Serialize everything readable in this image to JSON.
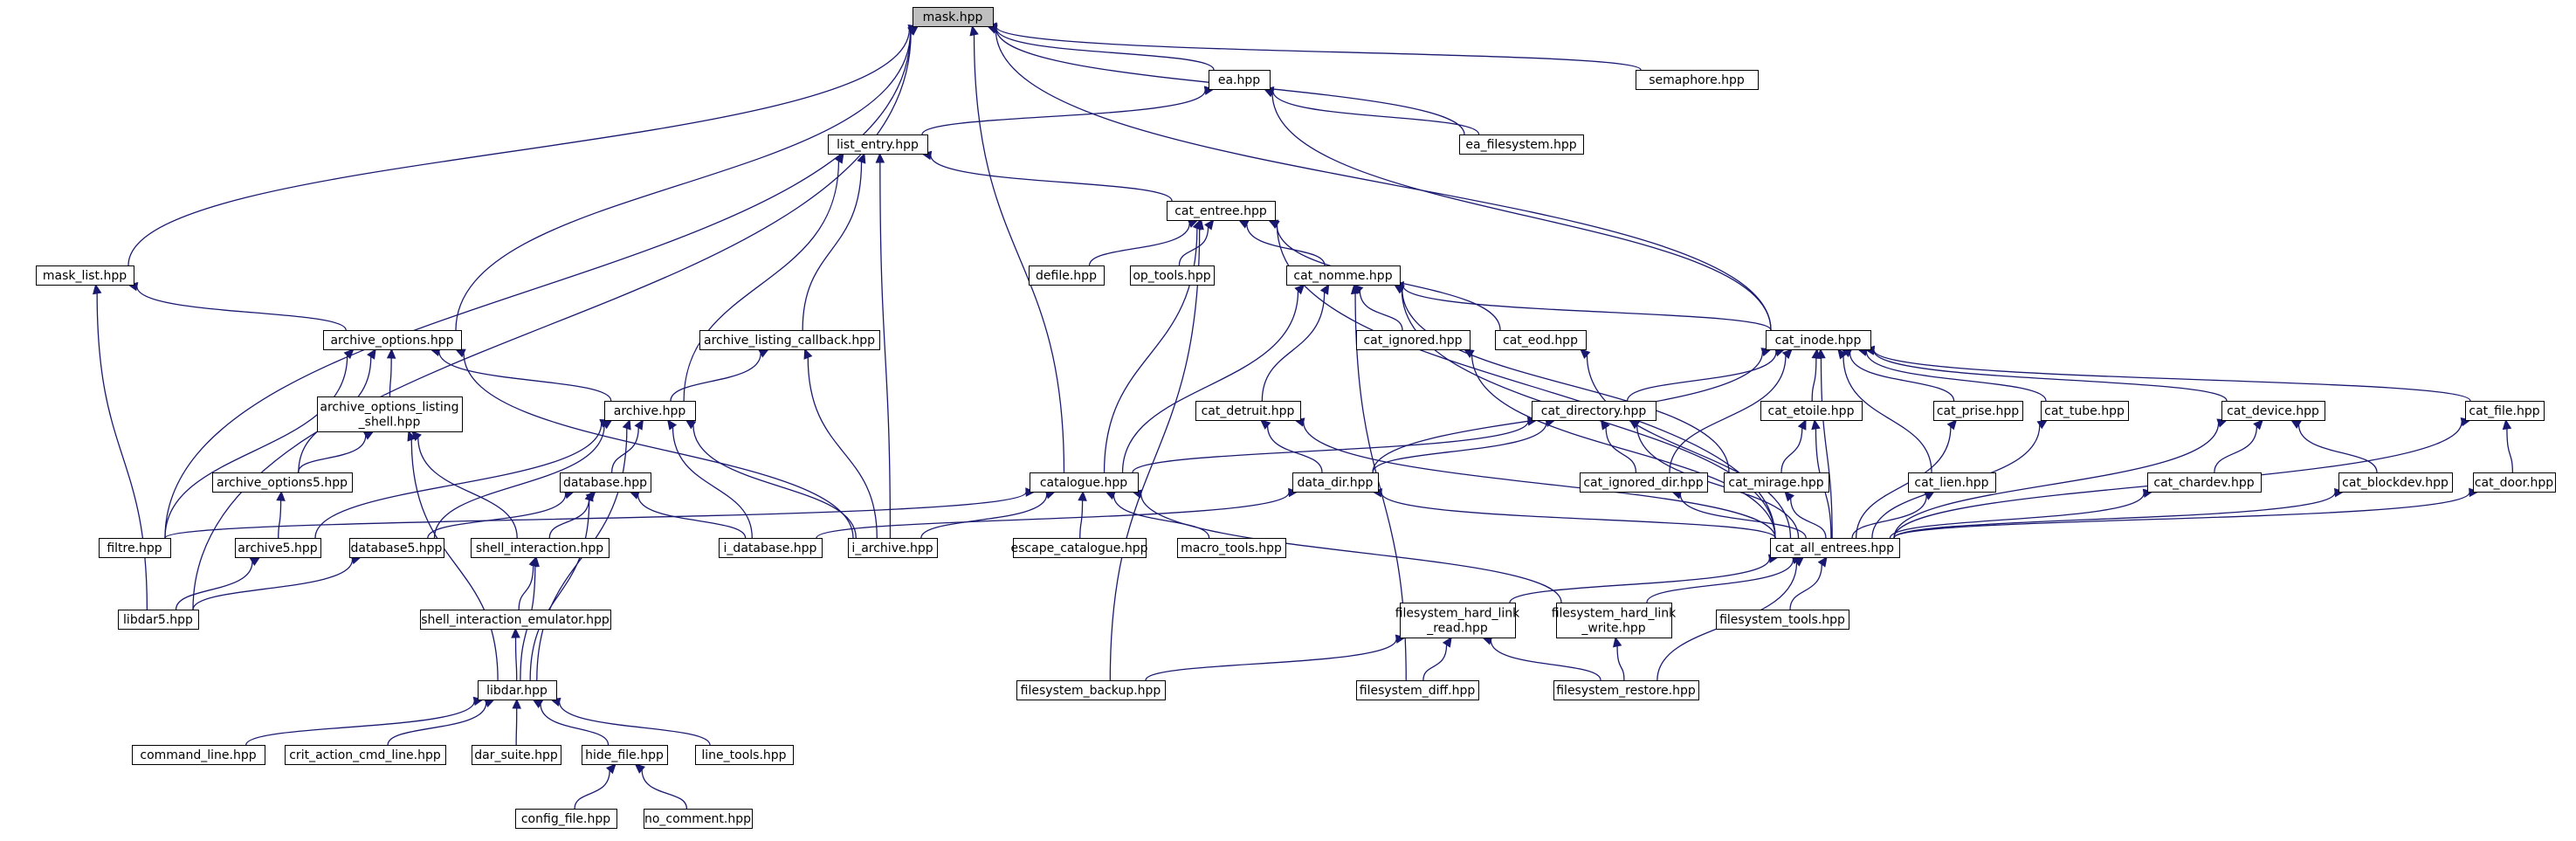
{
  "diagram": {
    "title": "",
    "edge_color": "#191970",
    "root_fill": "#bfbfbf",
    "node_fill": "#ffffff",
    "nodes": [
      {
        "id": "mask",
        "lines": [
          "mask.hpp"
        ],
        "root": true
      },
      {
        "id": "ea",
        "lines": [
          "ea.hpp"
        ]
      },
      {
        "id": "semaphore",
        "lines": [
          "semaphore.hpp"
        ]
      },
      {
        "id": "list_entry",
        "lines": [
          "list_entry.hpp"
        ]
      },
      {
        "id": "ea_filesystem",
        "lines": [
          "ea_filesystem.hpp"
        ]
      },
      {
        "id": "cat_entree",
        "lines": [
          "cat_entree.hpp"
        ]
      },
      {
        "id": "mask_list",
        "lines": [
          "mask_list.hpp"
        ]
      },
      {
        "id": "defile",
        "lines": [
          "defile.hpp"
        ]
      },
      {
        "id": "op_tools",
        "lines": [
          "op_tools.hpp"
        ]
      },
      {
        "id": "cat_nomme",
        "lines": [
          "cat_nomme.hpp"
        ]
      },
      {
        "id": "archive_options",
        "lines": [
          "archive_options.hpp"
        ]
      },
      {
        "id": "archive_listing_callback",
        "lines": [
          "archive_listing_callback.hpp"
        ]
      },
      {
        "id": "cat_ignored",
        "lines": [
          "cat_ignored.hpp"
        ]
      },
      {
        "id": "cat_eod",
        "lines": [
          "cat_eod.hpp"
        ]
      },
      {
        "id": "cat_inode",
        "lines": [
          "cat_inode.hpp"
        ]
      },
      {
        "id": "archive_options_listing_shell",
        "lines": [
          "archive_options_listing",
          "_shell.hpp"
        ]
      },
      {
        "id": "archive",
        "lines": [
          "archive.hpp"
        ]
      },
      {
        "id": "cat_detruit",
        "lines": [
          "cat_detruit.hpp"
        ]
      },
      {
        "id": "cat_directory",
        "lines": [
          "cat_directory.hpp"
        ]
      },
      {
        "id": "cat_etoile",
        "lines": [
          "cat_etoile.hpp"
        ]
      },
      {
        "id": "cat_prise",
        "lines": [
          "cat_prise.hpp"
        ]
      },
      {
        "id": "cat_tube",
        "lines": [
          "cat_tube.hpp"
        ]
      },
      {
        "id": "cat_device",
        "lines": [
          "cat_device.hpp"
        ]
      },
      {
        "id": "cat_file",
        "lines": [
          "cat_file.hpp"
        ]
      },
      {
        "id": "archive_options5",
        "lines": [
          "archive_options5.hpp"
        ]
      },
      {
        "id": "database",
        "lines": [
          "database.hpp"
        ]
      },
      {
        "id": "catalogue",
        "lines": [
          "catalogue.hpp"
        ]
      },
      {
        "id": "data_dir",
        "lines": [
          "data_dir.hpp"
        ]
      },
      {
        "id": "cat_ignored_dir",
        "lines": [
          "cat_ignored_dir.hpp"
        ]
      },
      {
        "id": "cat_mirage",
        "lines": [
          "cat_mirage.hpp"
        ]
      },
      {
        "id": "cat_lien",
        "lines": [
          "cat_lien.hpp"
        ]
      },
      {
        "id": "cat_chardev",
        "lines": [
          "cat_chardev.hpp"
        ]
      },
      {
        "id": "cat_blockdev",
        "lines": [
          "cat_blockdev.hpp"
        ]
      },
      {
        "id": "cat_door",
        "lines": [
          "cat_door.hpp"
        ]
      },
      {
        "id": "filtre",
        "lines": [
          "filtre.hpp"
        ]
      },
      {
        "id": "archive5",
        "lines": [
          "archive5.hpp"
        ]
      },
      {
        "id": "database5",
        "lines": [
          "database5.hpp"
        ]
      },
      {
        "id": "shell_interaction",
        "lines": [
          "shell_interaction.hpp"
        ]
      },
      {
        "id": "i_database",
        "lines": [
          "i_database.hpp"
        ]
      },
      {
        "id": "i_archive",
        "lines": [
          "i_archive.hpp"
        ]
      },
      {
        "id": "escape_catalogue",
        "lines": [
          "escape_catalogue.hpp"
        ]
      },
      {
        "id": "macro_tools",
        "lines": [
          "macro_tools.hpp"
        ]
      },
      {
        "id": "cat_all_entrees",
        "lines": [
          "cat_all_entrees.hpp"
        ]
      },
      {
        "id": "libdar5",
        "lines": [
          "libdar5.hpp"
        ]
      },
      {
        "id": "shell_interaction_emulator",
        "lines": [
          "shell_interaction_emulator.hpp"
        ]
      },
      {
        "id": "filesystem_hard_link_read",
        "lines": [
          "filesystem_hard_link",
          "_read.hpp"
        ]
      },
      {
        "id": "filesystem_hard_link_write",
        "lines": [
          "filesystem_hard_link",
          "_write.hpp"
        ]
      },
      {
        "id": "filesystem_tools",
        "lines": [
          "filesystem_tools.hpp"
        ]
      },
      {
        "id": "libdar",
        "lines": [
          "libdar.hpp"
        ]
      },
      {
        "id": "filesystem_backup",
        "lines": [
          "filesystem_backup.hpp"
        ]
      },
      {
        "id": "filesystem_diff",
        "lines": [
          "filesystem_diff.hpp"
        ]
      },
      {
        "id": "filesystem_restore",
        "lines": [
          "filesystem_restore.hpp"
        ]
      },
      {
        "id": "command_line",
        "lines": [
          "command_line.hpp"
        ]
      },
      {
        "id": "crit_action_cmd_line",
        "lines": [
          "crit_action_cmd_line.hpp"
        ]
      },
      {
        "id": "dar_suite",
        "lines": [
          "dar_suite.hpp"
        ]
      },
      {
        "id": "hide_file",
        "lines": [
          "hide_file.hpp"
        ]
      },
      {
        "id": "line_tools",
        "lines": [
          "line_tools.hpp"
        ]
      },
      {
        "id": "config_file",
        "lines": [
          "config_file.hpp"
        ]
      },
      {
        "id": "no_comment",
        "lines": [
          "no_comment.hpp"
        ]
      }
    ],
    "edges": [
      [
        "ea",
        "mask"
      ],
      [
        "semaphore",
        "mask"
      ],
      [
        "ea_filesystem",
        "mask"
      ],
      [
        "mask_list",
        "mask"
      ],
      [
        "archive_options",
        "mask"
      ],
      [
        "catalogue",
        "mask"
      ],
      [
        "cat_inode",
        "mask"
      ],
      [
        "filtre",
        "mask"
      ],
      [
        "libdar5",
        "mask"
      ],
      [
        "list_entry",
        "ea"
      ],
      [
        "ea_filesystem",
        "ea"
      ],
      [
        "cat_inode",
        "ea"
      ],
      [
        "cat_entree",
        "list_entry"
      ],
      [
        "archive_listing_callback",
        "list_entry"
      ],
      [
        "archive",
        "list_entry"
      ],
      [
        "i_archive",
        "list_entry"
      ],
      [
        "defile",
        "cat_entree"
      ],
      [
        "op_tools",
        "cat_entree"
      ],
      [
        "cat_nomme",
        "cat_entree"
      ],
      [
        "cat_eod",
        "cat_entree"
      ],
      [
        "catalogue",
        "cat_entree"
      ],
      [
        "cat_all_entrees",
        "cat_entree"
      ],
      [
        "filesystem_backup",
        "cat_entree"
      ],
      [
        "archive_options",
        "mask_list"
      ],
      [
        "libdar5",
        "mask_list"
      ],
      [
        "cat_inode",
        "cat_nomme"
      ],
      [
        "cat_ignored",
        "cat_nomme"
      ],
      [
        "cat_detruit",
        "cat_nomme"
      ],
      [
        "cat_mirage",
        "cat_nomme"
      ],
      [
        "catalogue",
        "cat_nomme"
      ],
      [
        "cat_all_entrees",
        "cat_nomme"
      ],
      [
        "filesystem_diff",
        "cat_nomme"
      ],
      [
        "archive_options_listing_shell",
        "archive_options"
      ],
      [
        "archive",
        "archive_options"
      ],
      [
        "archive_options5",
        "archive_options"
      ],
      [
        "filtre",
        "archive_options"
      ],
      [
        "i_archive",
        "archive_options"
      ],
      [
        "archive",
        "archive_listing_callback"
      ],
      [
        "i_archive",
        "archive_listing_callback"
      ],
      [
        "cat_all_entrees",
        "cat_ignored"
      ],
      [
        "cat_all_entrees",
        "cat_eod"
      ],
      [
        "cat_directory",
        "cat_inode"
      ],
      [
        "cat_etoile",
        "cat_inode"
      ],
      [
        "cat_prise",
        "cat_inode"
      ],
      [
        "cat_tube",
        "cat_inode"
      ],
      [
        "cat_device",
        "cat_inode"
      ],
      [
        "cat_file",
        "cat_inode"
      ],
      [
        "data_dir",
        "cat_inode"
      ],
      [
        "cat_ignored_dir",
        "cat_inode"
      ],
      [
        "cat_lien",
        "cat_inode"
      ],
      [
        "cat_all_entrees",
        "cat_inode"
      ],
      [
        "archive_options5",
        "archive_options_listing_shell"
      ],
      [
        "shell_interaction",
        "archive_options_listing_shell"
      ],
      [
        "libdar",
        "archive_options_listing_shell"
      ],
      [
        "database",
        "archive"
      ],
      [
        "database5",
        "archive"
      ],
      [
        "archive5",
        "archive"
      ],
      [
        "i_database",
        "archive"
      ],
      [
        "i_archive",
        "archive"
      ],
      [
        "libdar",
        "archive"
      ],
      [
        "data_dir",
        "cat_detruit"
      ],
      [
        "cat_all_entrees",
        "cat_detruit"
      ],
      [
        "catalogue",
        "cat_directory"
      ],
      [
        "data_dir",
        "cat_directory"
      ],
      [
        "cat_ignored_dir",
        "cat_directory"
      ],
      [
        "cat_all_entrees",
        "cat_directory"
      ],
      [
        "cat_mirage",
        "cat_etoile"
      ],
      [
        "cat_all_entrees",
        "cat_etoile"
      ],
      [
        "cat_all_entrees",
        "cat_prise"
      ],
      [
        "cat_all_entrees",
        "cat_tube"
      ],
      [
        "cat_chardev",
        "cat_device"
      ],
      [
        "cat_blockdev",
        "cat_device"
      ],
      [
        "cat_all_entrees",
        "cat_device"
      ],
      [
        "cat_door",
        "cat_file"
      ],
      [
        "cat_all_entrees",
        "cat_file"
      ],
      [
        "archive5",
        "archive_options5"
      ],
      [
        "database5",
        "database"
      ],
      [
        "shell_interaction",
        "database"
      ],
      [
        "i_database",
        "database"
      ],
      [
        "libdar",
        "database"
      ],
      [
        "filtre",
        "catalogue"
      ],
      [
        "i_archive",
        "catalogue"
      ],
      [
        "escape_catalogue",
        "catalogue"
      ],
      [
        "macro_tools",
        "catalogue"
      ],
      [
        "filesystem_hard_link_write",
        "catalogue"
      ],
      [
        "i_database",
        "data_dir"
      ],
      [
        "cat_all_entrees",
        "data_dir"
      ],
      [
        "cat_all_entrees",
        "cat_ignored_dir"
      ],
      [
        "cat_all_entrees",
        "cat_mirage"
      ],
      [
        "cat_all_entrees",
        "cat_lien"
      ],
      [
        "cat_all_entrees",
        "cat_chardev"
      ],
      [
        "cat_all_entrees",
        "cat_blockdev"
      ],
      [
        "cat_all_entrees",
        "cat_door"
      ],
      [
        "libdar5",
        "archive5"
      ],
      [
        "libdar5",
        "database5"
      ],
      [
        "shell_interaction_emulator",
        "shell_interaction"
      ],
      [
        "libdar",
        "shell_interaction"
      ],
      [
        "filesystem_hard_link_read",
        "cat_all_entrees"
      ],
      [
        "filesystem_hard_link_write",
        "cat_all_entrees"
      ],
      [
        "filesystem_tools",
        "cat_all_entrees"
      ],
      [
        "filesystem_restore",
        "cat_all_entrees"
      ],
      [
        "libdar",
        "shell_interaction_emulator"
      ],
      [
        "filesystem_backup",
        "filesystem_hard_link_read"
      ],
      [
        "filesystem_diff",
        "filesystem_hard_link_read"
      ],
      [
        "filesystem_restore",
        "filesystem_hard_link_read"
      ],
      [
        "filesystem_restore",
        "filesystem_hard_link_write"
      ],
      [
        "command_line",
        "libdar"
      ],
      [
        "crit_action_cmd_line",
        "libdar"
      ],
      [
        "dar_suite",
        "libdar"
      ],
      [
        "hide_file",
        "libdar"
      ],
      [
        "line_tools",
        "libdar"
      ],
      [
        "config_file",
        "hide_file"
      ],
      [
        "no_comment",
        "hide_file"
      ]
    ]
  }
}
